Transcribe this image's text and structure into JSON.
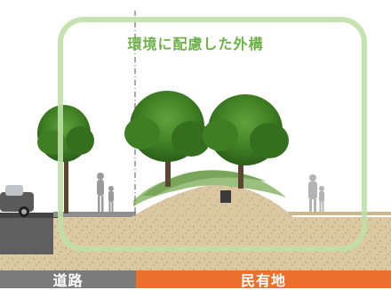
{
  "title": "環境に配慮した外構",
  "labels": {
    "road": "道路",
    "private_land": "民有地"
  },
  "colors": {
    "frame_green": "#bfe0a8",
    "title_green": "#6db248",
    "road_gray": "#7b7b7b",
    "private_orange": "#ec6f2b",
    "soil": "#d9c8a4",
    "lawn_green": "#9bbf7f"
  }
}
